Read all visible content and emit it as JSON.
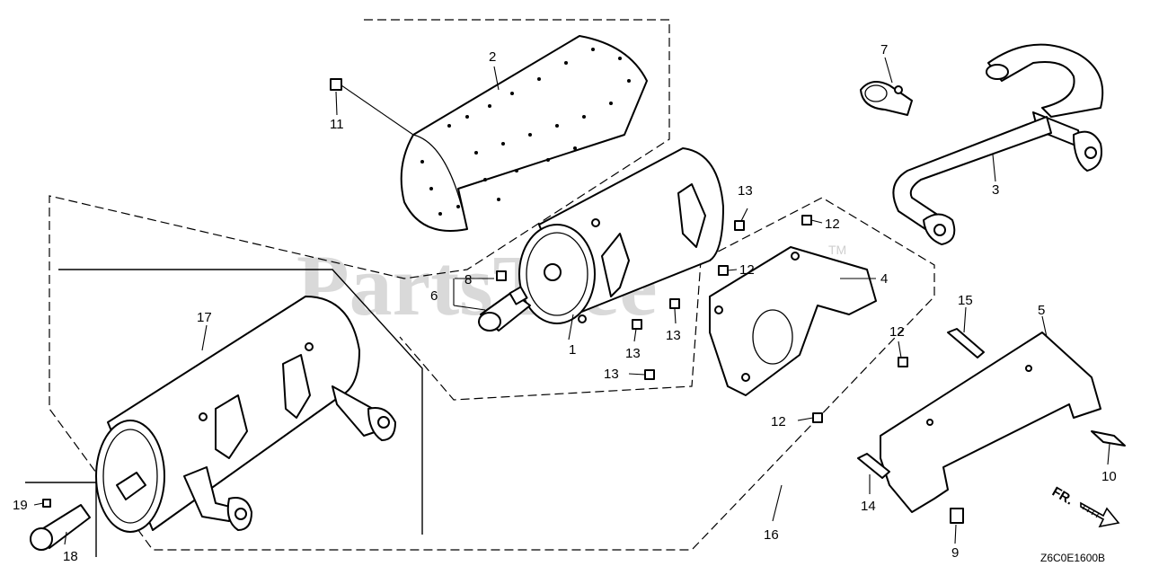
{
  "watermark": {
    "text": "PartsTree",
    "trademark": "TM"
  },
  "diagram_code": "Z6C0E1600B",
  "direction_label": "FR.",
  "labels": {
    "p1": "1",
    "p2": "2",
    "p3": "3",
    "p4": "4",
    "p5": "5",
    "p6": "6",
    "p7": "7",
    "p8": "8",
    "p9": "9",
    "p10": "10",
    "p11": "11",
    "p12a": "12",
    "p12b": "12",
    "p12c": "12",
    "p12d": "12",
    "p13a": "13",
    "p13b": "13",
    "p13c": "13",
    "p13d": "13",
    "p14": "14",
    "p15": "15",
    "p16": "16",
    "p17": "17",
    "p18": "18",
    "p19": "19"
  }
}
